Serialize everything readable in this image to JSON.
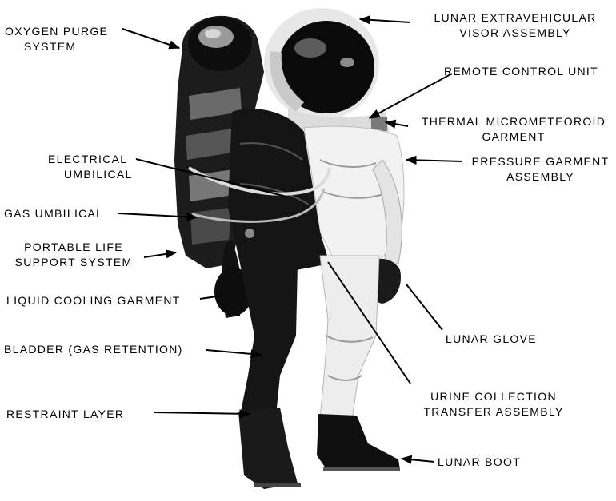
{
  "labels": {
    "oxygen_purge": [
      "OXYGEN PURGE",
      "SYSTEM"
    ],
    "visor": [
      "LUNAR EXTRAVEHICULAR",
      "VISOR ASSEMBLY"
    ],
    "remote_control": "REMOTE CONTROL UNIT",
    "thermal": [
      "THERMAL MICROMETEOROID",
      "GARMENT"
    ],
    "pressure": [
      "PRESSURE GARMENT",
      "ASSEMBLY"
    ],
    "electrical": [
      "ELECTRICAL",
      "UMBILICAL"
    ],
    "gas_umbilical": "GAS UMBILICAL",
    "plss": [
      "PORTABLE LIFE",
      "SUPPORT SYSTEM"
    ],
    "liquid_cooling": "LIQUID COOLING GARMENT",
    "bladder": "BLADDER (GAS RETENTION)",
    "restraint": "RESTRAINT LAYER",
    "glove": "LUNAR GLOVE",
    "urine": [
      "URINE COLLECTION",
      "TRANSFER ASSEMBLY"
    ],
    "boot": "LUNAR BOOT"
  }
}
